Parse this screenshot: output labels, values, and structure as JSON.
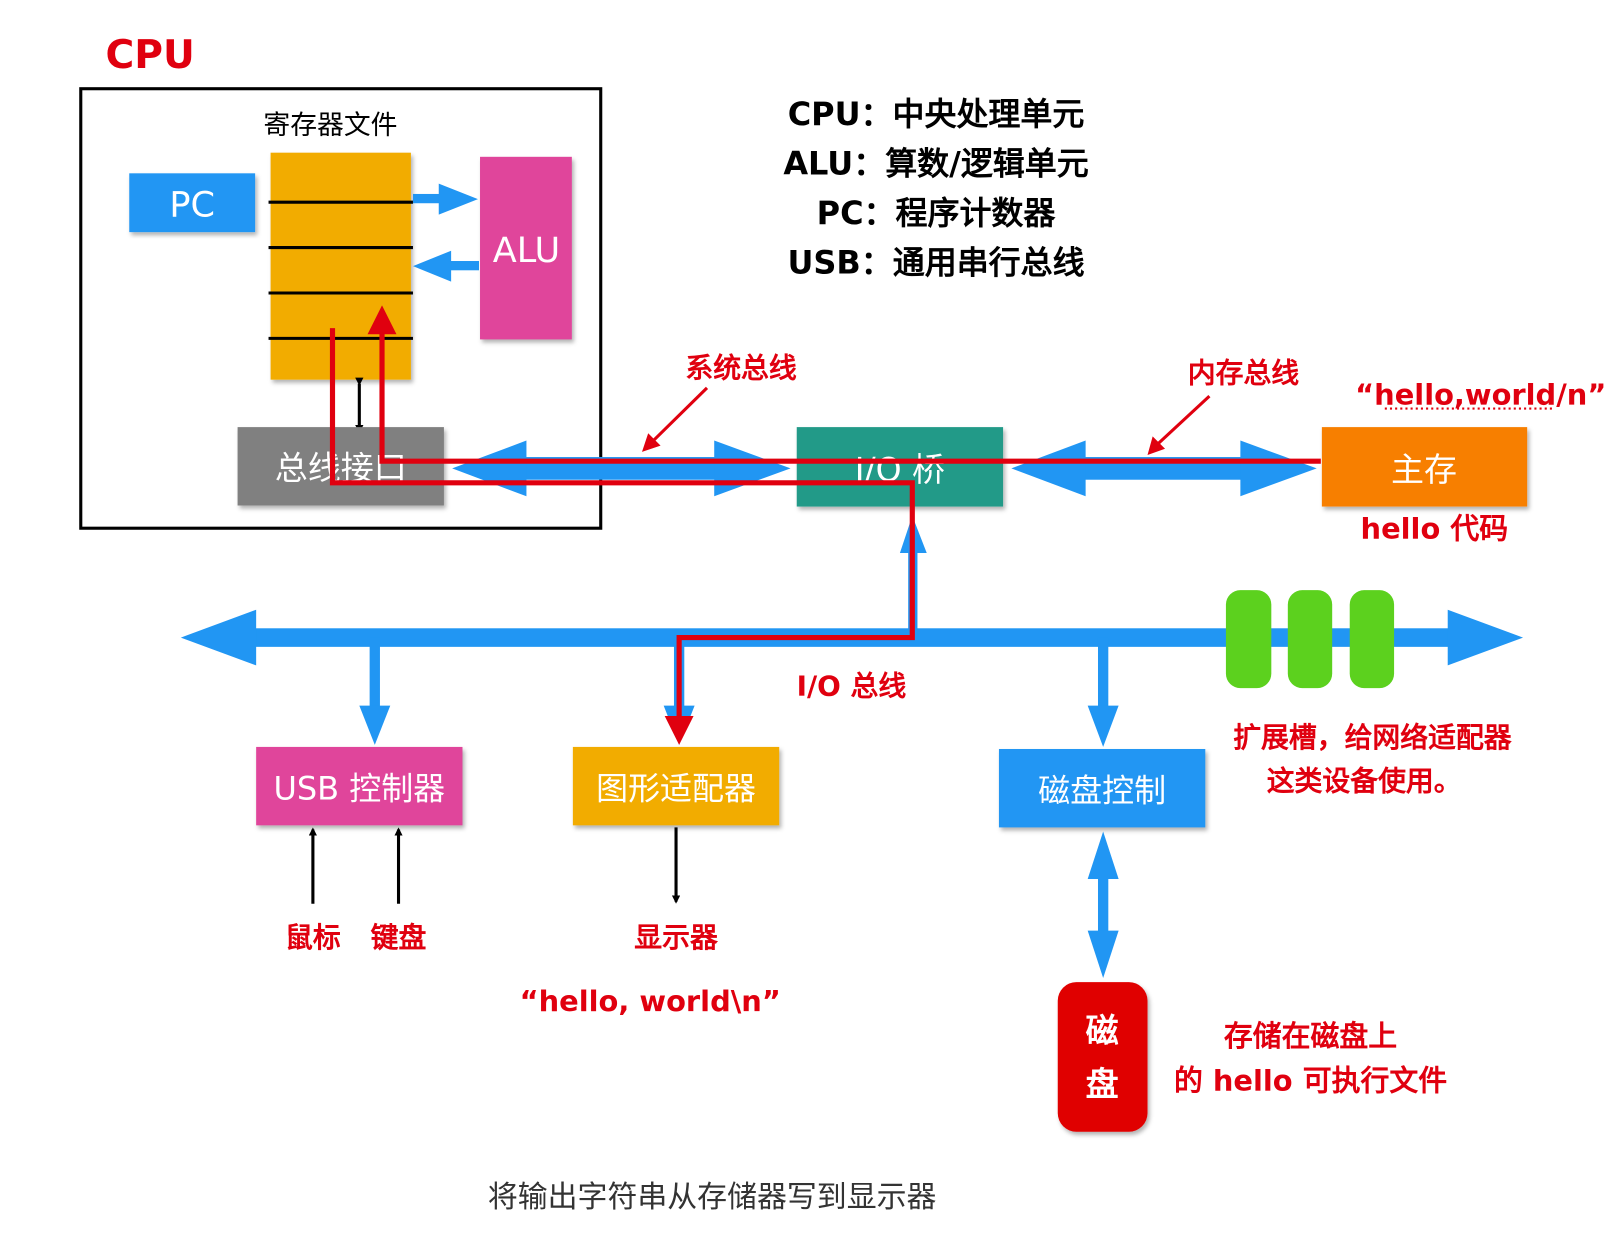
{
  "cpu_title": "CPU",
  "register_file_label": "寄存器文件",
  "pc_label": "PC",
  "alu_label": "ALU",
  "bus_interface_label": "总线接口",
  "io_bridge_label": "I/O 桥",
  "main_memory_label": "主存",
  "main_memory_note": "hello 代码",
  "main_memory_string": "“hello,world/n”",
  "system_bus_label": "系统总线",
  "memory_bus_label": "内存总线",
  "io_bus_label": "I/O 总线",
  "legend": [
    "CPU：中央处理单元",
    "ALU：算数/逻辑单元",
    "PC：程序计数器",
    "USB：通用串行总线"
  ],
  "usb_controller_label": "USB 控制器",
  "graphics_adapter_label": "图形适配器",
  "disk_controller_label": "磁盘控制",
  "expansion_note": [
    "扩展槽，给网络适配器",
    "这类设备使用。"
  ],
  "mouse_label": "鼠标",
  "keyboard_label": "键盘",
  "display_label": "显示器",
  "display_output": "“hello, world\\n”",
  "disk_label": [
    "磁",
    "盘"
  ],
  "disk_note": [
    "存储在磁盘上",
    "的 hello 可执行文件"
  ],
  "caption": "将输出字符串从存储器写到显示器",
  "colors": {
    "blue": "#2196F3",
    "register_file": "#F2AC00",
    "alu": "#E0459B",
    "bus_interface": "#808080",
    "io_bridge": "#229A88",
    "main_memory": "#F77F00",
    "slots": "#5CD11E",
    "disk": "#E00000",
    "data_path": "#E0000F"
  }
}
